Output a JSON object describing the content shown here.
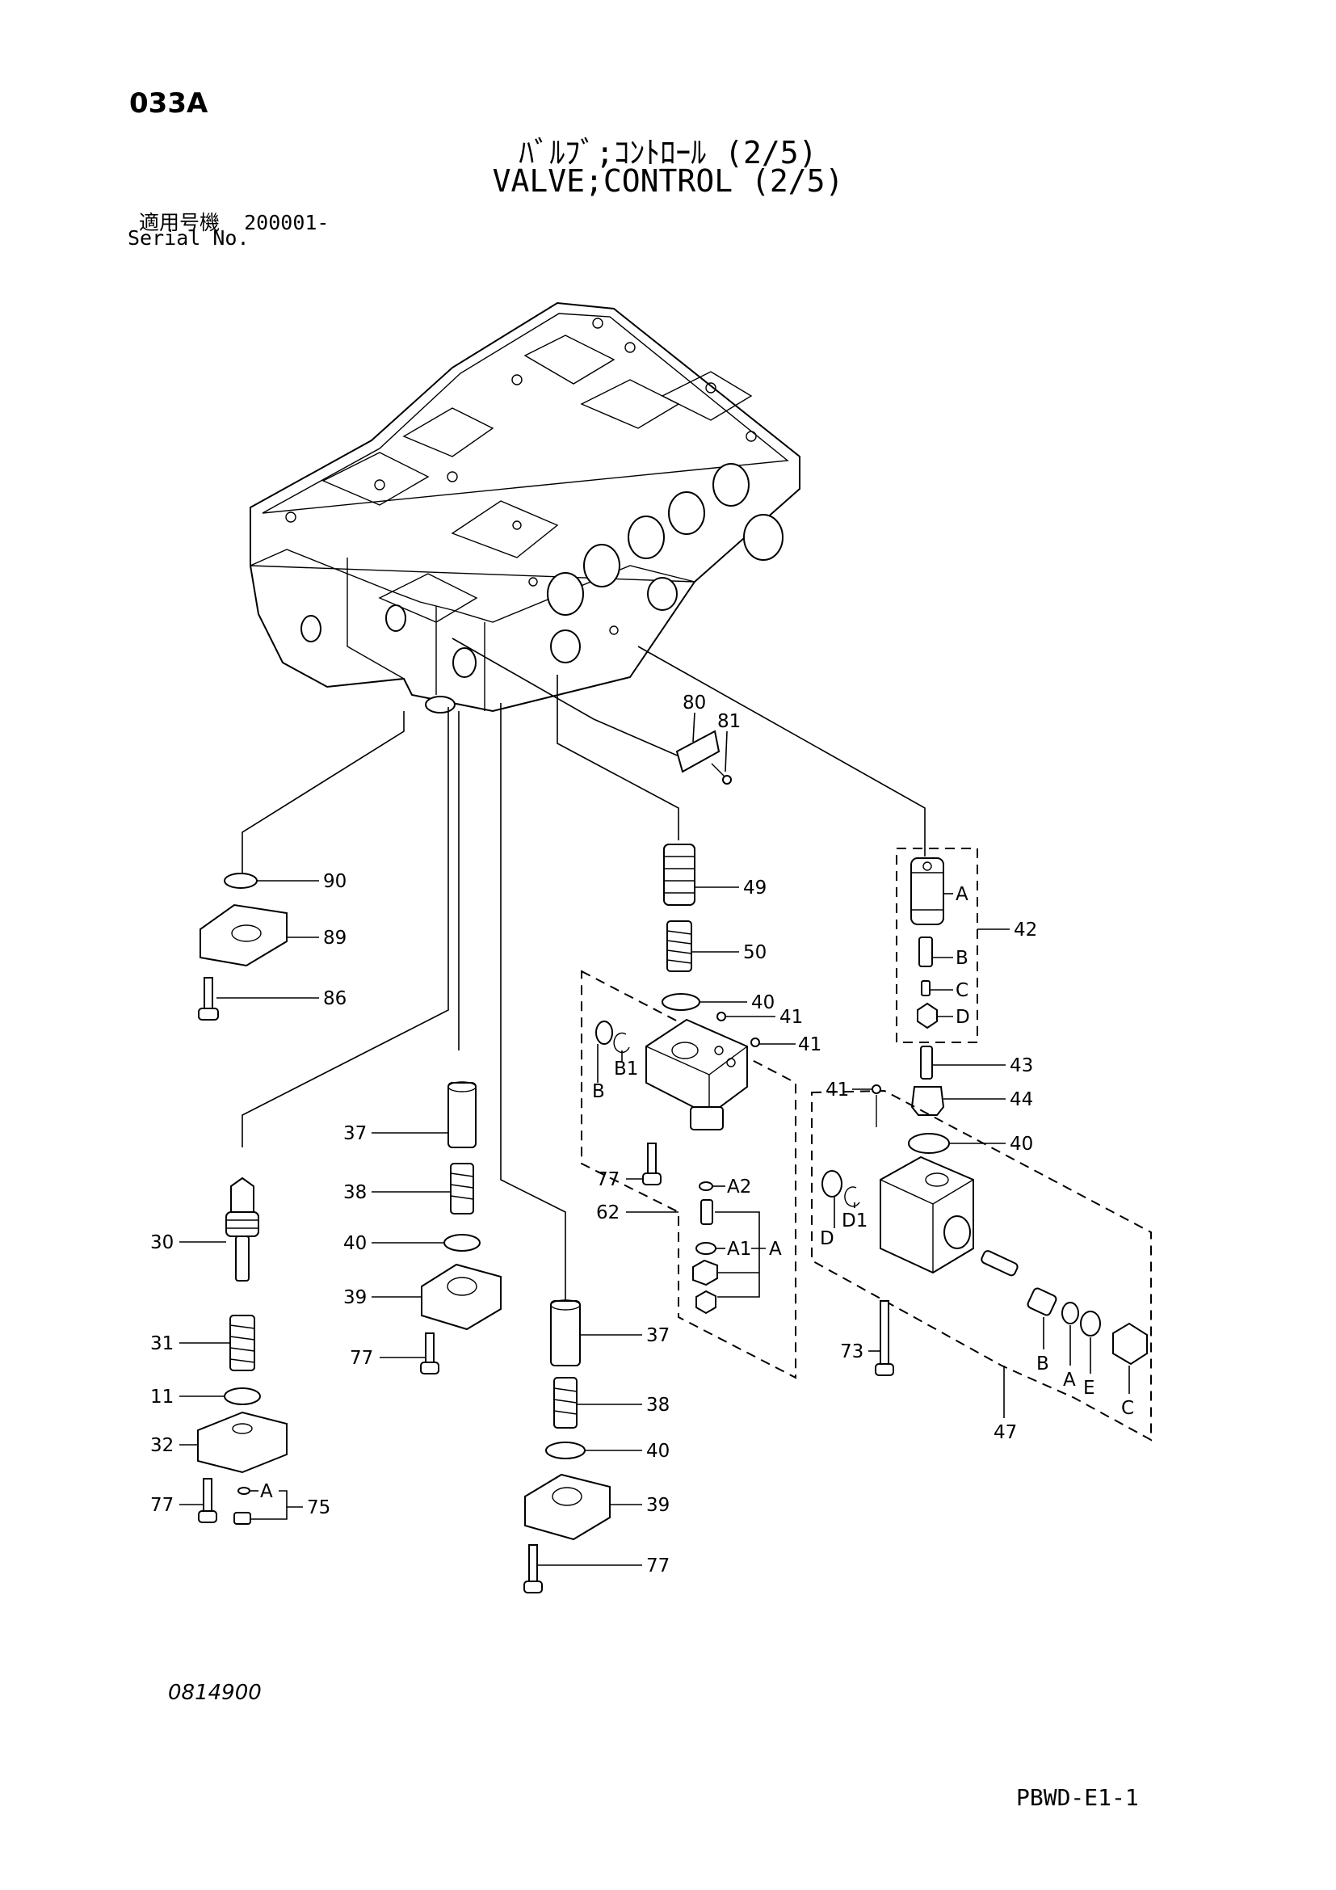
{
  "header": {
    "page_code": "033A",
    "title_jp": "ﾊﾞﾙﾌﾞ;ｺﾝﾄﾛｰﾙ (2/5)",
    "title_en": "VALVE;CONTROL (2/5)",
    "serial_label_jp": "適用号機",
    "serial_value": "200001-",
    "serial_label_en": "Serial No."
  },
  "footer": {
    "drawing_number": "0814900",
    "sheet_code": "PBWD-E1-1"
  },
  "part_labels": {
    "p80": "80",
    "p81": "81",
    "p90": "90",
    "p89": "89",
    "p86": "86",
    "p49": "49",
    "p50": "50",
    "p42": "42",
    "p43": "43",
    "p44": "44",
    "p40a": "40",
    "p41a": "41",
    "p41b": "41",
    "p41c": "41",
    "p40b": "40",
    "p37a": "37",
    "p38a": "38",
    "p40c": "40",
    "p39a": "39",
    "p77a": "77",
    "p30": "30",
    "p31": "31",
    "p11": "11",
    "p32": "32",
    "p77b": "77",
    "p75": "75",
    "p77c": "77",
    "p62": "62",
    "p37b": "37",
    "p38b": "38",
    "p40d": "40",
    "p39b": "39",
    "p77d": "77",
    "p73": "73",
    "p47": "47"
  },
  "sub_labels": {
    "s42A": "A",
    "s42B": "B",
    "s42C": "C",
    "s42D": "D",
    "s62B": "B",
    "s62B1": "B1",
    "s62A2": "A2",
    "s62A1": "A1",
    "s62A": "A",
    "s75A": "A",
    "s47D": "D",
    "s47D1": "D1",
    "s47B": "B",
    "s47A": "A",
    "s47E": "E",
    "s47C": "C"
  }
}
